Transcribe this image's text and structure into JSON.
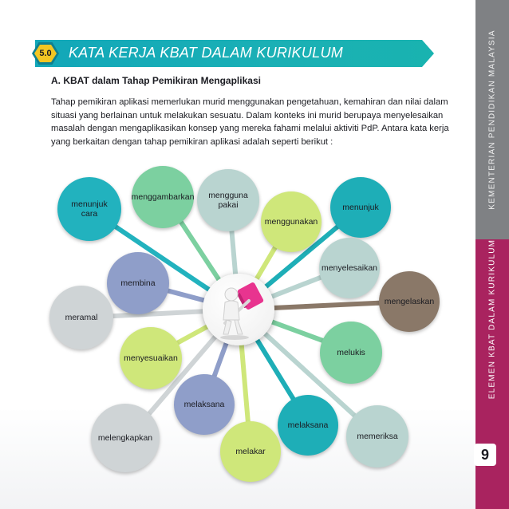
{
  "header": {
    "section_number": "5.0",
    "title": "KATA KERJA KBAT DALAM KURIKULUM"
  },
  "section": {
    "heading": "A.  KBAT dalam Tahap Pemikiran Mengaplikasi",
    "paragraph": "Tahap pemikiran aplikasi memerlukan murid menggunakan pengetahuan, kemahiran dan nilai dalam situasi yang berlainan untuk melakukan sesuatu. Dalam konteks ini murid berupaya menyelesaikan masalah dengan mengaplikasikan konsep yang mereka fahami melalui aktiviti PdP. Antara kata kerja yang berkaitan dengan tahap pemikiran aplikasi adalah seperti berikut :"
  },
  "diagram": {
    "center_icon": "figure-with-hammer-icon",
    "verbs": [
      {
        "label": "menunjuk cara",
        "color": "#22b2be"
      },
      {
        "label": "menggambarkan",
        "color": "#7cd0a0"
      },
      {
        "label": "mengguna pakai",
        "color": "#b9d4d0"
      },
      {
        "label": "menggunakan",
        "color": "#cfe77a"
      },
      {
        "label": "menunjuk",
        "color": "#1eaeb7"
      },
      {
        "label": "menyelesaikan",
        "color": "#b9d4d0"
      },
      {
        "label": "mengelaskan",
        "color": "#8a7868"
      },
      {
        "label": "membina",
        "color": "#8f9ec9"
      },
      {
        "label": "meramal",
        "color": "#cfd4d6"
      },
      {
        "label": "menyesuaikan",
        "color": "#cfe77a"
      },
      {
        "label": "melukis",
        "color": "#7cd0a0"
      },
      {
        "label": "melaksana",
        "color": "#8f9ec9"
      },
      {
        "label": "melaksana",
        "color": "#1eaeb7"
      },
      {
        "label": "memeriksa",
        "color": "#b9d4d0"
      },
      {
        "label": "melengkapkan",
        "color": "#cfd4d6"
      },
      {
        "label": "melakar",
        "color": "#cfe77a"
      }
    ]
  },
  "sidebar": {
    "top_text": "KEMENTERIAN PENDIDIKAN MALAYSIA",
    "bottom_text": "ELEMEN KBAT DALAM KURIKULUM",
    "page_number": "9"
  }
}
